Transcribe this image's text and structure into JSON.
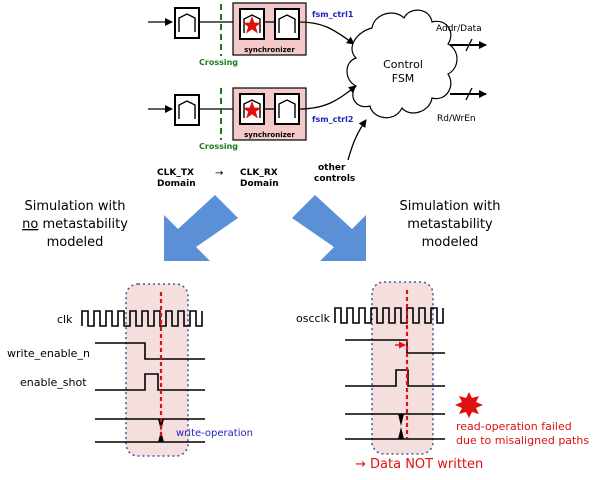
{
  "top_diagram": {
    "synchronizer_label": "synchronizer",
    "crossing_label": "Crossing",
    "fsm_ctrl1": "fsm_ctrl1",
    "fsm_ctrl2": "fsm_ctrl2",
    "control_fsm_line1": "Control",
    "control_fsm_line2": "FSM",
    "addr_data": "Addr/Data",
    "rd_wr_en": "Rd/WrEn",
    "other_controls_line1": "other",
    "other_controls_line2": "controls",
    "clk_tx_line1": "CLK_TX",
    "clk_tx_line2": "Domain",
    "arrow_glyph": "→",
    "clk_rx_line1": "CLK_RX",
    "clk_rx_line2": "Domain"
  },
  "left_panel": {
    "caption_line1": "Simulation with",
    "caption_line2_prefix": "no",
    "caption_line2_rest": " metastability",
    "caption_line3": "modeled",
    "signals": [
      "clk",
      "write_enable_n",
      "enable_shot"
    ],
    "operation_label": "write-operation"
  },
  "right_panel": {
    "caption_line1": "Simulation with",
    "caption_line2": "metastability",
    "caption_line3": "modeled",
    "signals": [
      "oscclk"
    ],
    "failure_line1": "read-operation failed",
    "failure_line2": "due to misaligned paths",
    "result": "→ Data NOT written"
  },
  "colors": {
    "sync_fill": "#f4c9c9",
    "zone_fill": "#f5dede",
    "zone_border": "#4a5a9a",
    "crossing_green": "#1a7a1a",
    "blue_label": "#1f1fbf",
    "red": "#e01010",
    "arrow_blue": "#5b8fd6"
  }
}
